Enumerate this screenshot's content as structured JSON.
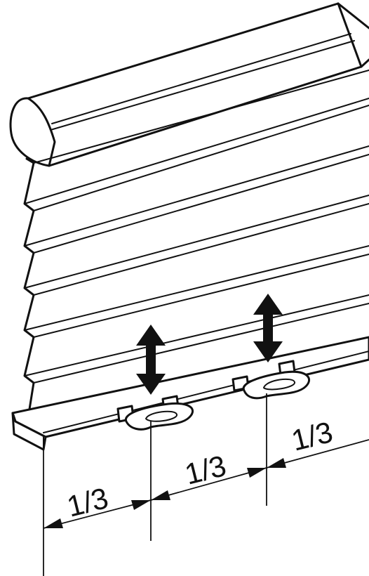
{
  "diagram": {
    "segment_labels": [
      "1/3",
      "1/3",
      "1/3"
    ],
    "colors": {
      "line": "#111111",
      "background": "#ffffff"
    },
    "icons": [
      "double-arrow-icon",
      "double-arrow-icon",
      "handle-grip-icon",
      "handle-grip-icon"
    ]
  }
}
